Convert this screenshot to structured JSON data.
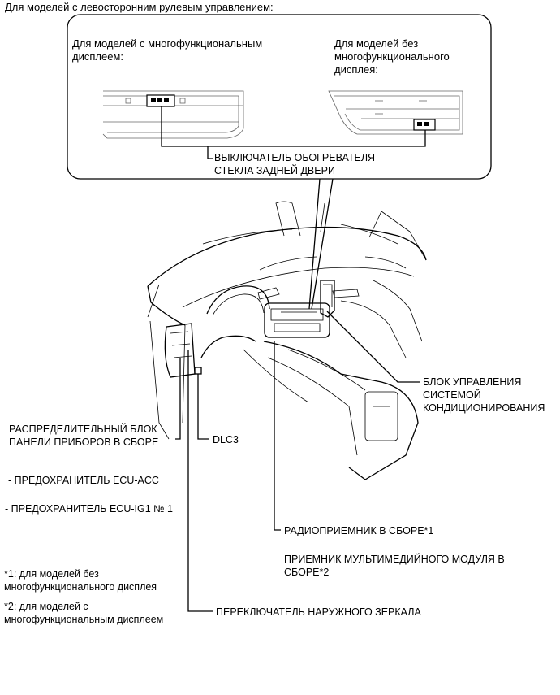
{
  "header": {
    "title": "Для моделей с левосторонним рулевым управлением:"
  },
  "inset": {
    "left_label": [
      "Для моделей с многофункциональным",
      "дисплеем:"
    ],
    "right_label": [
      "Для моделей без",
      "многофункционального",
      "дисплея:"
    ],
    "switch_label": [
      "ВЫКЛЮЧАТЕЛЬ ОБОГРЕВАТЕЛЯ",
      "СТЕКЛА ЗАДНЕЙ ДВЕРИ"
    ]
  },
  "callouts": {
    "ac_control": [
      "БЛОК УПРАВЛЕНИЯ",
      "СИСТЕМОЙ",
      "КОНДИЦИОНИРОВАНИЯ"
    ],
    "junction_block": [
      "РАСПРЕДЕЛИТЕЛЬНЫЙ БЛОК",
      "ПАНЕЛИ ПРИБОРОВ В СБОРЕ"
    ],
    "dlc3": "DLC3",
    "fuse_acc": "- ПРЕДОХРАНИТЕЛЬ ECU-ACC",
    "fuse_ig1": "- ПРЕДОХРАНИТЕЛЬ ECU-IG1 № 1",
    "radio": "РАДИОПРИЕМНИК В СБОРЕ*1",
    "multimedia": [
      "ПРИЕМНИК МУЛЬТИМЕДИЙНОГО МОДУЛЯ В",
      "СБОРЕ*2"
    ],
    "mirror_switch": "ПЕРЕКЛЮЧАТЕЛЬ НАРУЖНОГО ЗЕРКАЛА"
  },
  "footnotes": {
    "note1": [
      "*1: для моделей без",
      "многофункционального дисплея"
    ],
    "note2": [
      "*2: для моделей с",
      "многофункциональным дисплеем"
    ]
  }
}
